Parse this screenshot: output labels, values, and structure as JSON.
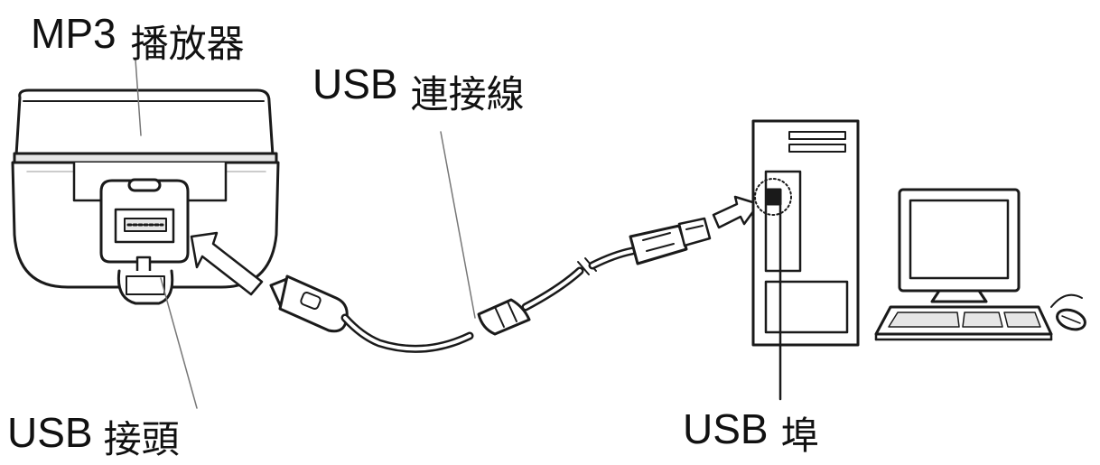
{
  "labels": {
    "mp3_player": {
      "latin": "MP3",
      "cjk": "播放器"
    },
    "usb_cable": {
      "latin": "USB",
      "cjk": "連接線"
    },
    "usb_plug": {
      "latin": "USB",
      "cjk": "接頭"
    },
    "usb_port": {
      "latin": "USB",
      "cjk": "埠"
    }
  },
  "colors": {
    "line": "#1a1a1a",
    "fill": "#ffffff",
    "shade": "#e6e6e6"
  }
}
